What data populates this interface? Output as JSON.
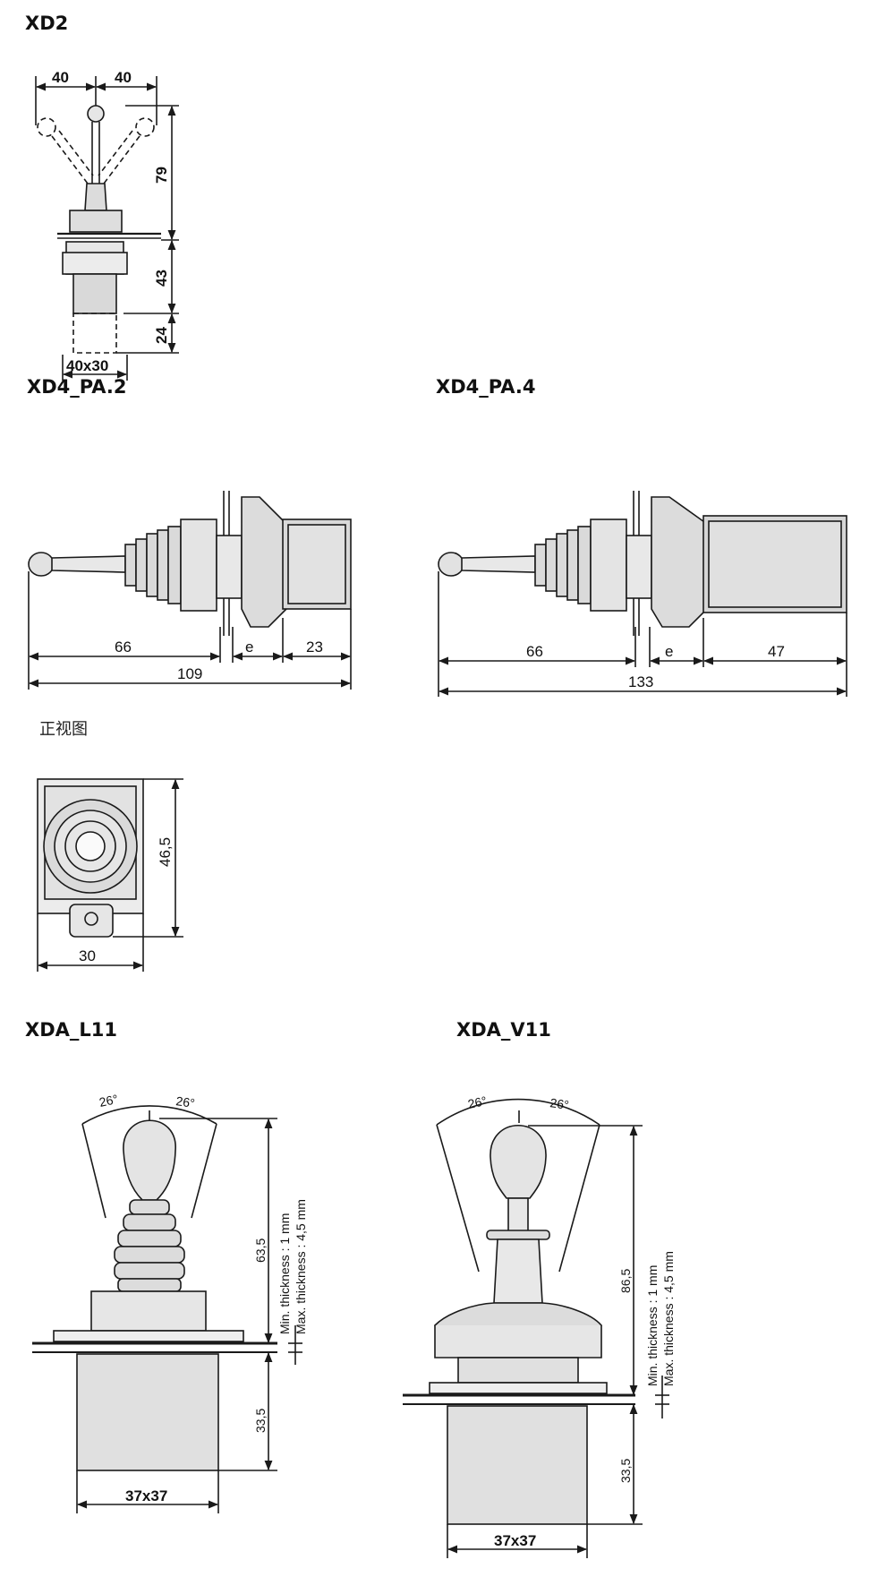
{
  "sections": {
    "xd2": {
      "title": "XD2",
      "dims": {
        "left_angle": "40",
        "right_angle": "40",
        "height_top": "79",
        "height_mid": "43",
        "height_low": "24",
        "base": "40x30"
      }
    },
    "xd4_pa2": {
      "title": "XD4_PA.2",
      "dims": {
        "lever": "66",
        "e": "e",
        "right": "23",
        "total": "109"
      }
    },
    "xd4_pa4": {
      "title": "XD4_PA.4",
      "dims": {
        "lever": "66",
        "e": "e",
        "right": "47",
        "total": "133"
      }
    },
    "front_view": {
      "label": "正视图",
      "dims": {
        "height": "46,5",
        "width": "30"
      }
    },
    "xda_l11": {
      "title": "XDA_L11",
      "dims": {
        "angle_left": "26°",
        "angle_right": "26°",
        "height_top": "63,5",
        "min_thickness": "Min. thickness : 1 mm",
        "max_thickness": "Max. thickness : 4,5 mm",
        "height_bottom": "33,5",
        "base": "37x37"
      }
    },
    "xda_v11": {
      "title": "XDA_V11",
      "dims": {
        "angle_left": "26°",
        "angle_right": "26°",
        "height_top": "86,5",
        "min_thickness": "Min. thickness : 1 mm",
        "max_thickness": "Max. thickness : 4,5 mm",
        "height_bottom": "33,5",
        "base": "37x37"
      }
    }
  },
  "colors": {
    "line": "#1a1a1a",
    "fill_body": "#d9d9d9",
    "fill_light": "#ececec",
    "watermark": "#f1f1f1"
  }
}
